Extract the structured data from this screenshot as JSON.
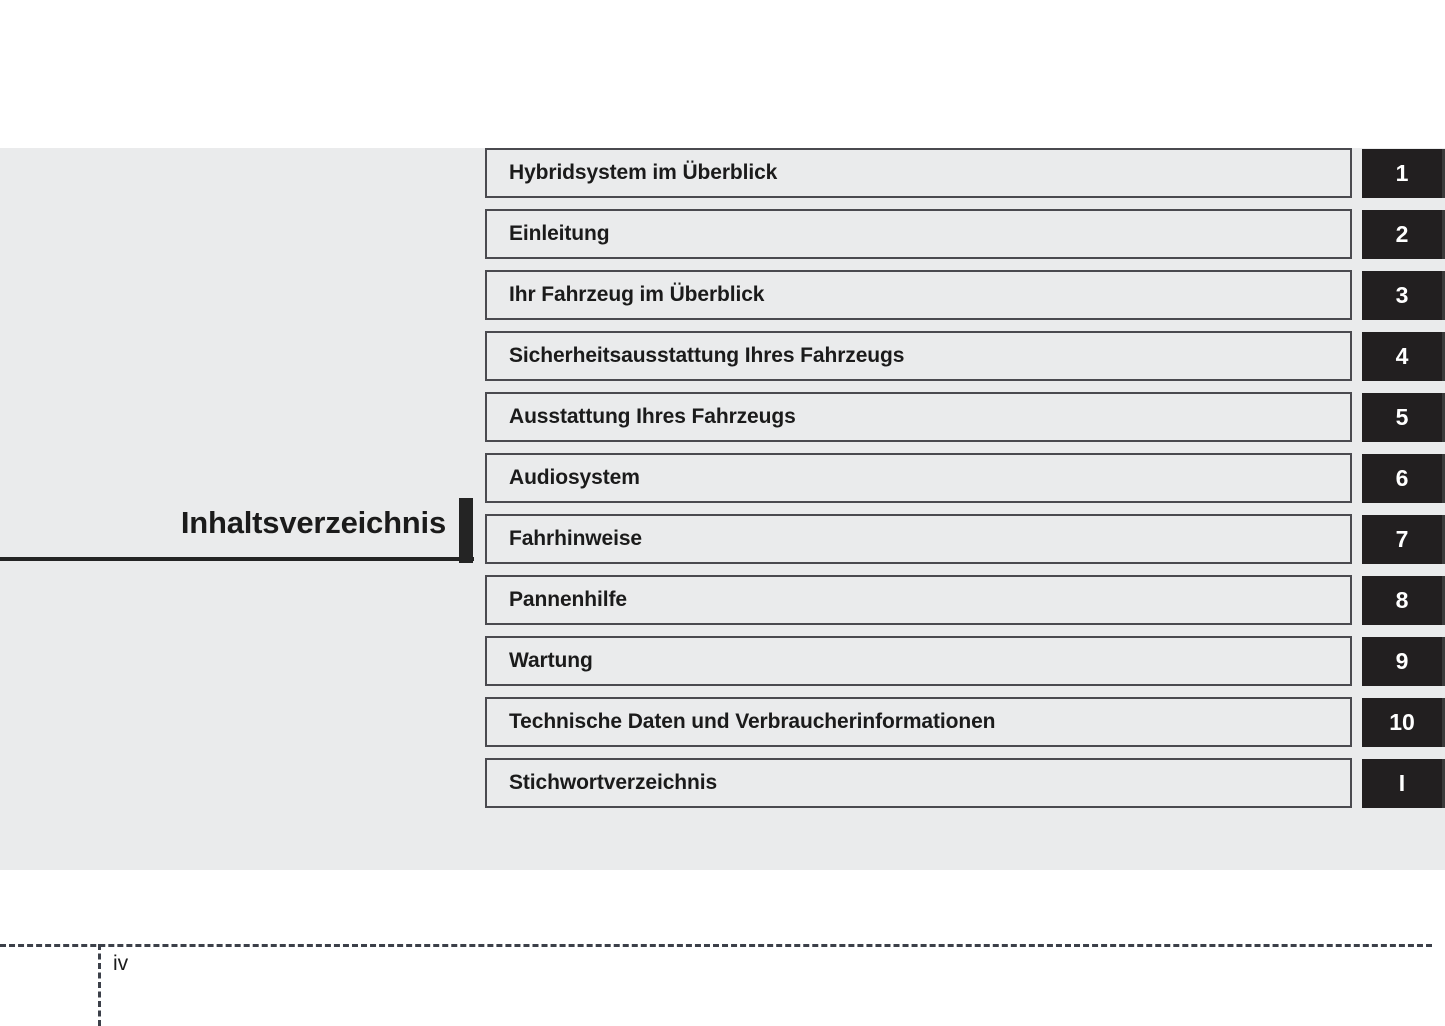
{
  "page": {
    "title": "Inhaltsverzeichnis",
    "page_number": "iv",
    "panel_color": "#eaebec",
    "row_border_color": "#4a4a4f",
    "tab_color": "#221f20",
    "text_color": "#1b1b1b"
  },
  "toc": {
    "entries": [
      {
        "label": "Hybridsystem im Überblick",
        "tab": "1"
      },
      {
        "label": "Einleitung",
        "tab": "2"
      },
      {
        "label": "Ihr Fahrzeug im Überblick",
        "tab": "3"
      },
      {
        "label": "Sicherheitsausstattung Ihres Fahrzeugs",
        "tab": "4"
      },
      {
        "label": "Ausstattung Ihres Fahrzeugs",
        "tab": "5"
      },
      {
        "label": "Audiosystem",
        "tab": "6"
      },
      {
        "label": "Fahrhinweise",
        "tab": "7"
      },
      {
        "label": "Pannenhilfe",
        "tab": "8"
      },
      {
        "label": "Wartung",
        "tab": "9"
      },
      {
        "label": "Technische Daten und Verbraucherinformationen",
        "tab": "10"
      },
      {
        "label": "Stichwortverzeichnis",
        "tab": "I"
      }
    ]
  }
}
